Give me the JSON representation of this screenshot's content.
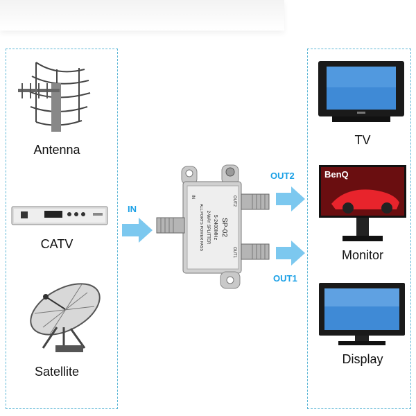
{
  "sources": [
    {
      "label": "Antenna",
      "icon": "antenna-icon"
    },
    {
      "label": "CATV",
      "icon": "catv-receiver-icon"
    },
    {
      "label": "Satellite",
      "icon": "satellite-dish-icon"
    }
  ],
  "splitter": {
    "icon": "splitter-icon",
    "model": "SP-02",
    "freq": "5-2400MHz",
    "type": "2-WAY SPLITTER",
    "note": "ALL PORTS POWER PASS",
    "in_mark": "IN",
    "out1_mark": "OUT1",
    "out2_mark": "OUT2"
  },
  "ports": {
    "in": "IN",
    "out1": "OUT1",
    "out2": "OUT2"
  },
  "outputs": [
    {
      "label": "TV",
      "icon": "crt-tv-icon"
    },
    {
      "label": "Monitor",
      "icon": "monitor-icon",
      "brand": "BenQ"
    },
    {
      "label": "Display",
      "icon": "display-icon"
    }
  ],
  "colors": {
    "accent": "#1aa0e6",
    "panel_border": "#5bb6d6"
  }
}
